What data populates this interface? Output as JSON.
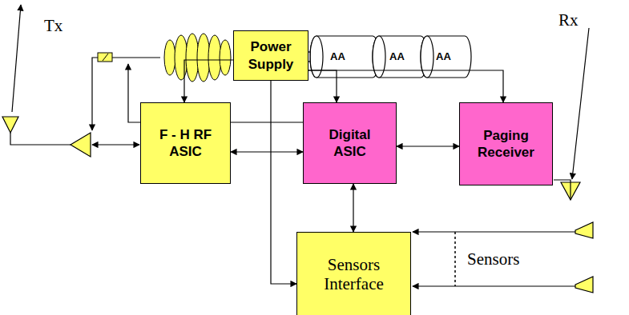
{
  "diagram": {
    "nodes": [
      {
        "text": [
          "Power Supply"
        ]
      },
      {
        "text": [
          "F - H RF ASIC"
        ]
      },
      {
        "text": [
          "Digital ASIC"
        ]
      },
      {
        "text": [
          "Paging Receiver"
        ]
      },
      {
        "text": [
          "Sensors Interface"
        ]
      }
    ],
    "edges": [
      {
        "from": 1,
        "to": 2,
        "arrow": "both"
      },
      {
        "from": 2,
        "to": 3,
        "arrow": "both"
      },
      {
        "from": 2,
        "to": 4,
        "arrow": "both"
      },
      {
        "from": 0,
        "to": 2,
        "arrow": "to"
      },
      {
        "from": 0,
        "to": 3,
        "arrow": "to"
      },
      {
        "from": 0,
        "to": 4,
        "arrow": "to"
      },
      {
        "from": 0,
        "to": 1,
        "arrow": "to"
      }
    ],
    "labels": [
      "Tx",
      "Rx",
      "AA",
      "AA",
      "AA",
      "Sensors"
    ]
  }
}
